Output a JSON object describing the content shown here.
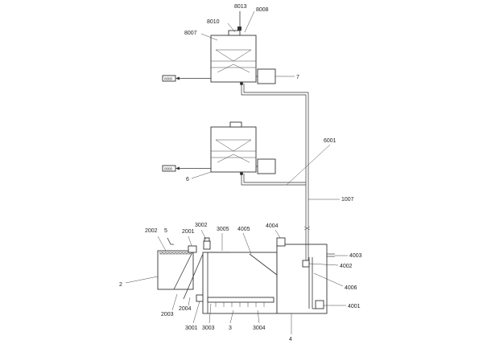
{
  "labels": {
    "l8013": "8013",
    "l8008": "8008",
    "l8010": "8010",
    "l8007": "8007",
    "l7": "7",
    "l6001": "6001",
    "l6": "6",
    "l1007": "1007",
    "l2002": "2002",
    "l5": "5",
    "l2001": "2001",
    "l3002": "3002",
    "l3005": "3005",
    "l4005": "4005",
    "l4004": "4004",
    "l4003": "4003",
    "l4002": "4002",
    "l2": "2",
    "l4006": "4006",
    "l4001": "4001",
    "l2003": "2003",
    "l2004": "2004",
    "l3001": "3001",
    "l3003": "3003",
    "l3": "3",
    "l3004": "3004",
    "l4": "4"
  },
  "side_box_text": "0000"
}
